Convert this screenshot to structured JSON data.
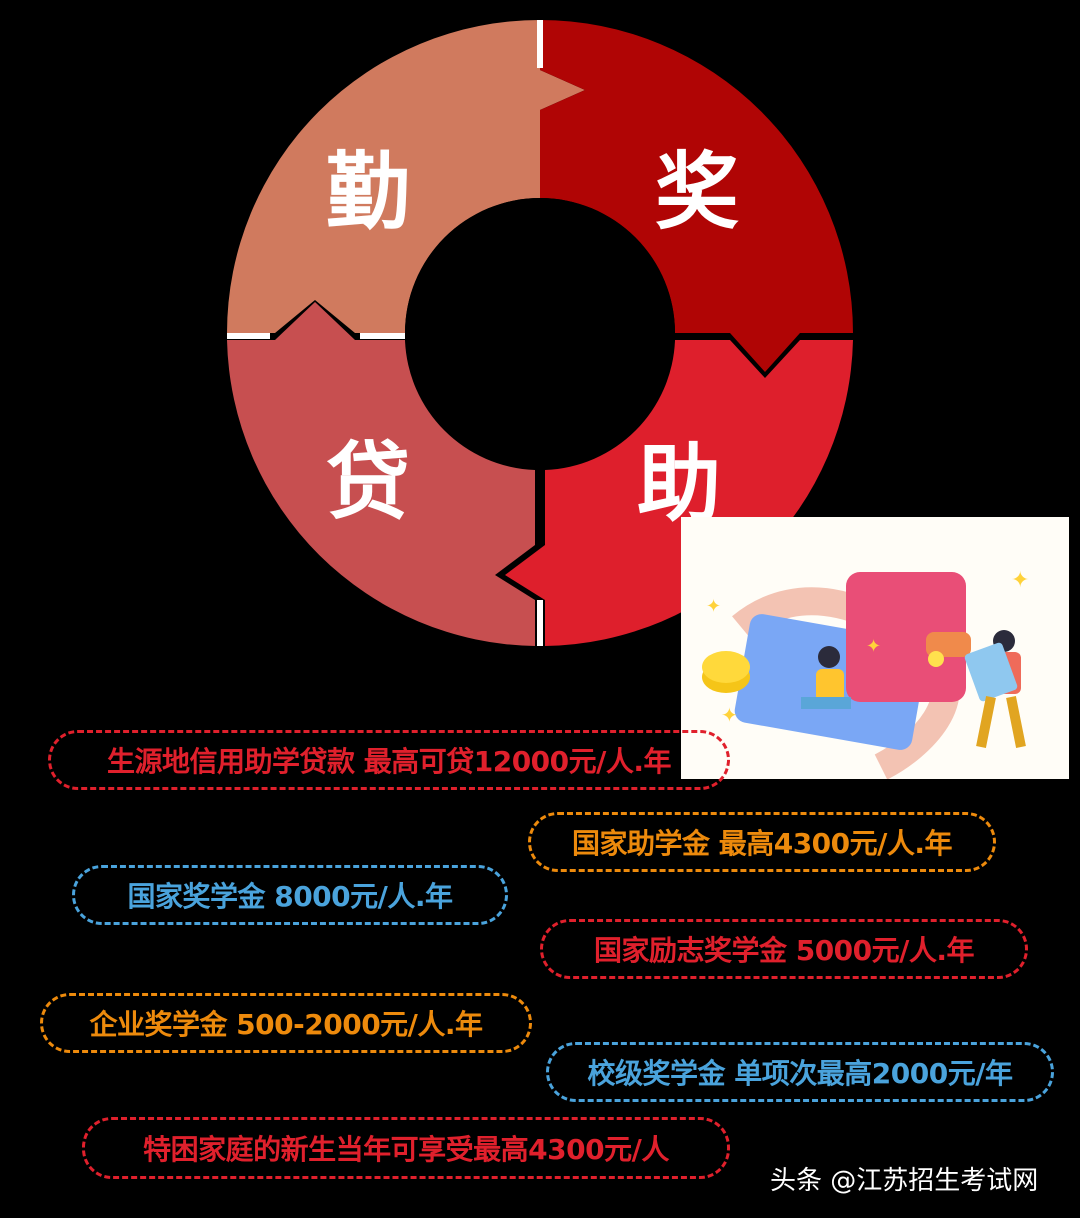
{
  "diagram": {
    "type": "cycle",
    "segments": [
      {
        "label": "勤",
        "position": "top-left",
        "color": "#d07a5e"
      },
      {
        "label": "奖",
        "position": "top-right",
        "color": "#b00505"
      },
      {
        "label": "助",
        "position": "bottom-right",
        "color": "#de1f2c"
      },
      {
        "label": "贷",
        "position": "bottom-left",
        "color": "#c74f50"
      }
    ]
  },
  "tags": [
    {
      "text": "生源地信用助学贷款 最高可贷12000元/人.年",
      "color": "#e0202c"
    },
    {
      "text": "国家助学金 最高4300元/人.年",
      "color": "#ed8a0c"
    },
    {
      "text": "国家奖学金 8000元/人.年",
      "color": "#4aa3dc"
    },
    {
      "text": "国家励志奖学金 5000元/人.年",
      "color": "#e0202c"
    },
    {
      "text": "企业奖学金 500-2000元/人.年",
      "color": "#ed8a0c"
    },
    {
      "text": "校级奖学金 单项次最高2000元/年",
      "color": "#4aa3dc"
    },
    {
      "text": "特困家庭的新生当年可享受最高4300元/人",
      "color": "#e0202c"
    }
  ],
  "illustration": {
    "description": "wallet, phone, coins and people illustration"
  },
  "watermark": "头条 @江苏招生考试网"
}
